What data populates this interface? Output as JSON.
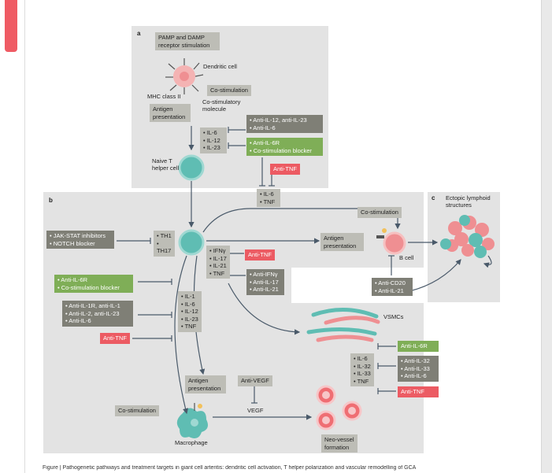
{
  "panel_a": {
    "letter": "a",
    "pamp_box": "PAMP and DAMP receptor stimulation",
    "dendritic_cell": "Dendritic cell",
    "costim_box": "Co-stimulation",
    "mhc": "MHC class II",
    "costim_molecule": "Co-stimulatory molecule",
    "antigen_presentation": "Antigen presentation",
    "cytokines": [
      "IL-6",
      "IL-12",
      "IL-23"
    ],
    "inhibitors_grey": [
      "Anti-IL-12, anti-IL-23",
      "Anti-IL-6"
    ],
    "inhibitors_green": [
      "Anti-IL-6R",
      "Co-stimulation blocker"
    ],
    "anti_tnf": "Anti-TNF",
    "naive_cell": "Naive T helper cell",
    "il6_tnf": [
      "IL-6",
      "TNF"
    ]
  },
  "panel_b": {
    "letter": "b",
    "jak_box": [
      "JAK-STAT inhibitors",
      "NOTCH blocker"
    ],
    "th_box": [
      "TH1",
      "TH17"
    ],
    "costim_top": "Co-stimulation",
    "th_cytokines": [
      "IFNγ",
      "IL-17",
      "IL-21",
      "TNF"
    ],
    "anti_tnf": "Anti-TNF",
    "anti_ifn_box": [
      "Anti-IFNγ",
      "Anti-IL-17",
      "Anti-IL-21"
    ],
    "antigen_presentation": "Antigen presentation",
    "b_cell": "B cell",
    "green_box": [
      "Anti-IL-6R",
      "Co-stimulation blocker"
    ],
    "grey_box": [
      "Anti-IL-1R, anti-IL-1",
      "Anti-IL-2, anti-IL-23",
      "Anti-IL-6"
    ],
    "anti_tnf_2": "Anti-TNF",
    "macro_cytokines": [
      "IL-1",
      "IL-6",
      "IL-12",
      "IL-23",
      "TNF"
    ],
    "antigen_presentation_2": "Antigen presentation",
    "anti_vegf": "Anti-VEGF",
    "vegf": "VEGF",
    "costim_macro": "Co-stimulation",
    "macrophage": "Macrophage",
    "anti_cd20": [
      "Anti-CD20",
      "Anti-IL-21"
    ]
  },
  "panel_c": {
    "letter": "c",
    "title": "Ectopic lymphoid structures"
  },
  "vsmc": {
    "label": "VSMCs",
    "cytokines": [
      "IL-6",
      "IL-32",
      "IL-33",
      "TNF"
    ],
    "anti_il6r": "Anti-IL-6R",
    "grey_box": [
      "Anti-IL-32",
      "Anti-IL-33",
      "Anti-IL-6"
    ],
    "anti_tnf": "Anti-TNF",
    "neo_vessel": "Neo-vessel formation"
  },
  "caption": "Figure | Pathogenetic pathways and treatment targets in giant cell arteritis: dendritic cell activation, T helper polarization and vascular remodelling of GCA",
  "colors": {
    "panel": "#e3e3e3",
    "grey_box": "#7f7f76",
    "green_box": "#7fae57",
    "red_box": "#ec5b63",
    "cell_teal": "#5fbdb3",
    "cell_pink": "#ef8f92",
    "arrow": "#4a5a6a"
  }
}
